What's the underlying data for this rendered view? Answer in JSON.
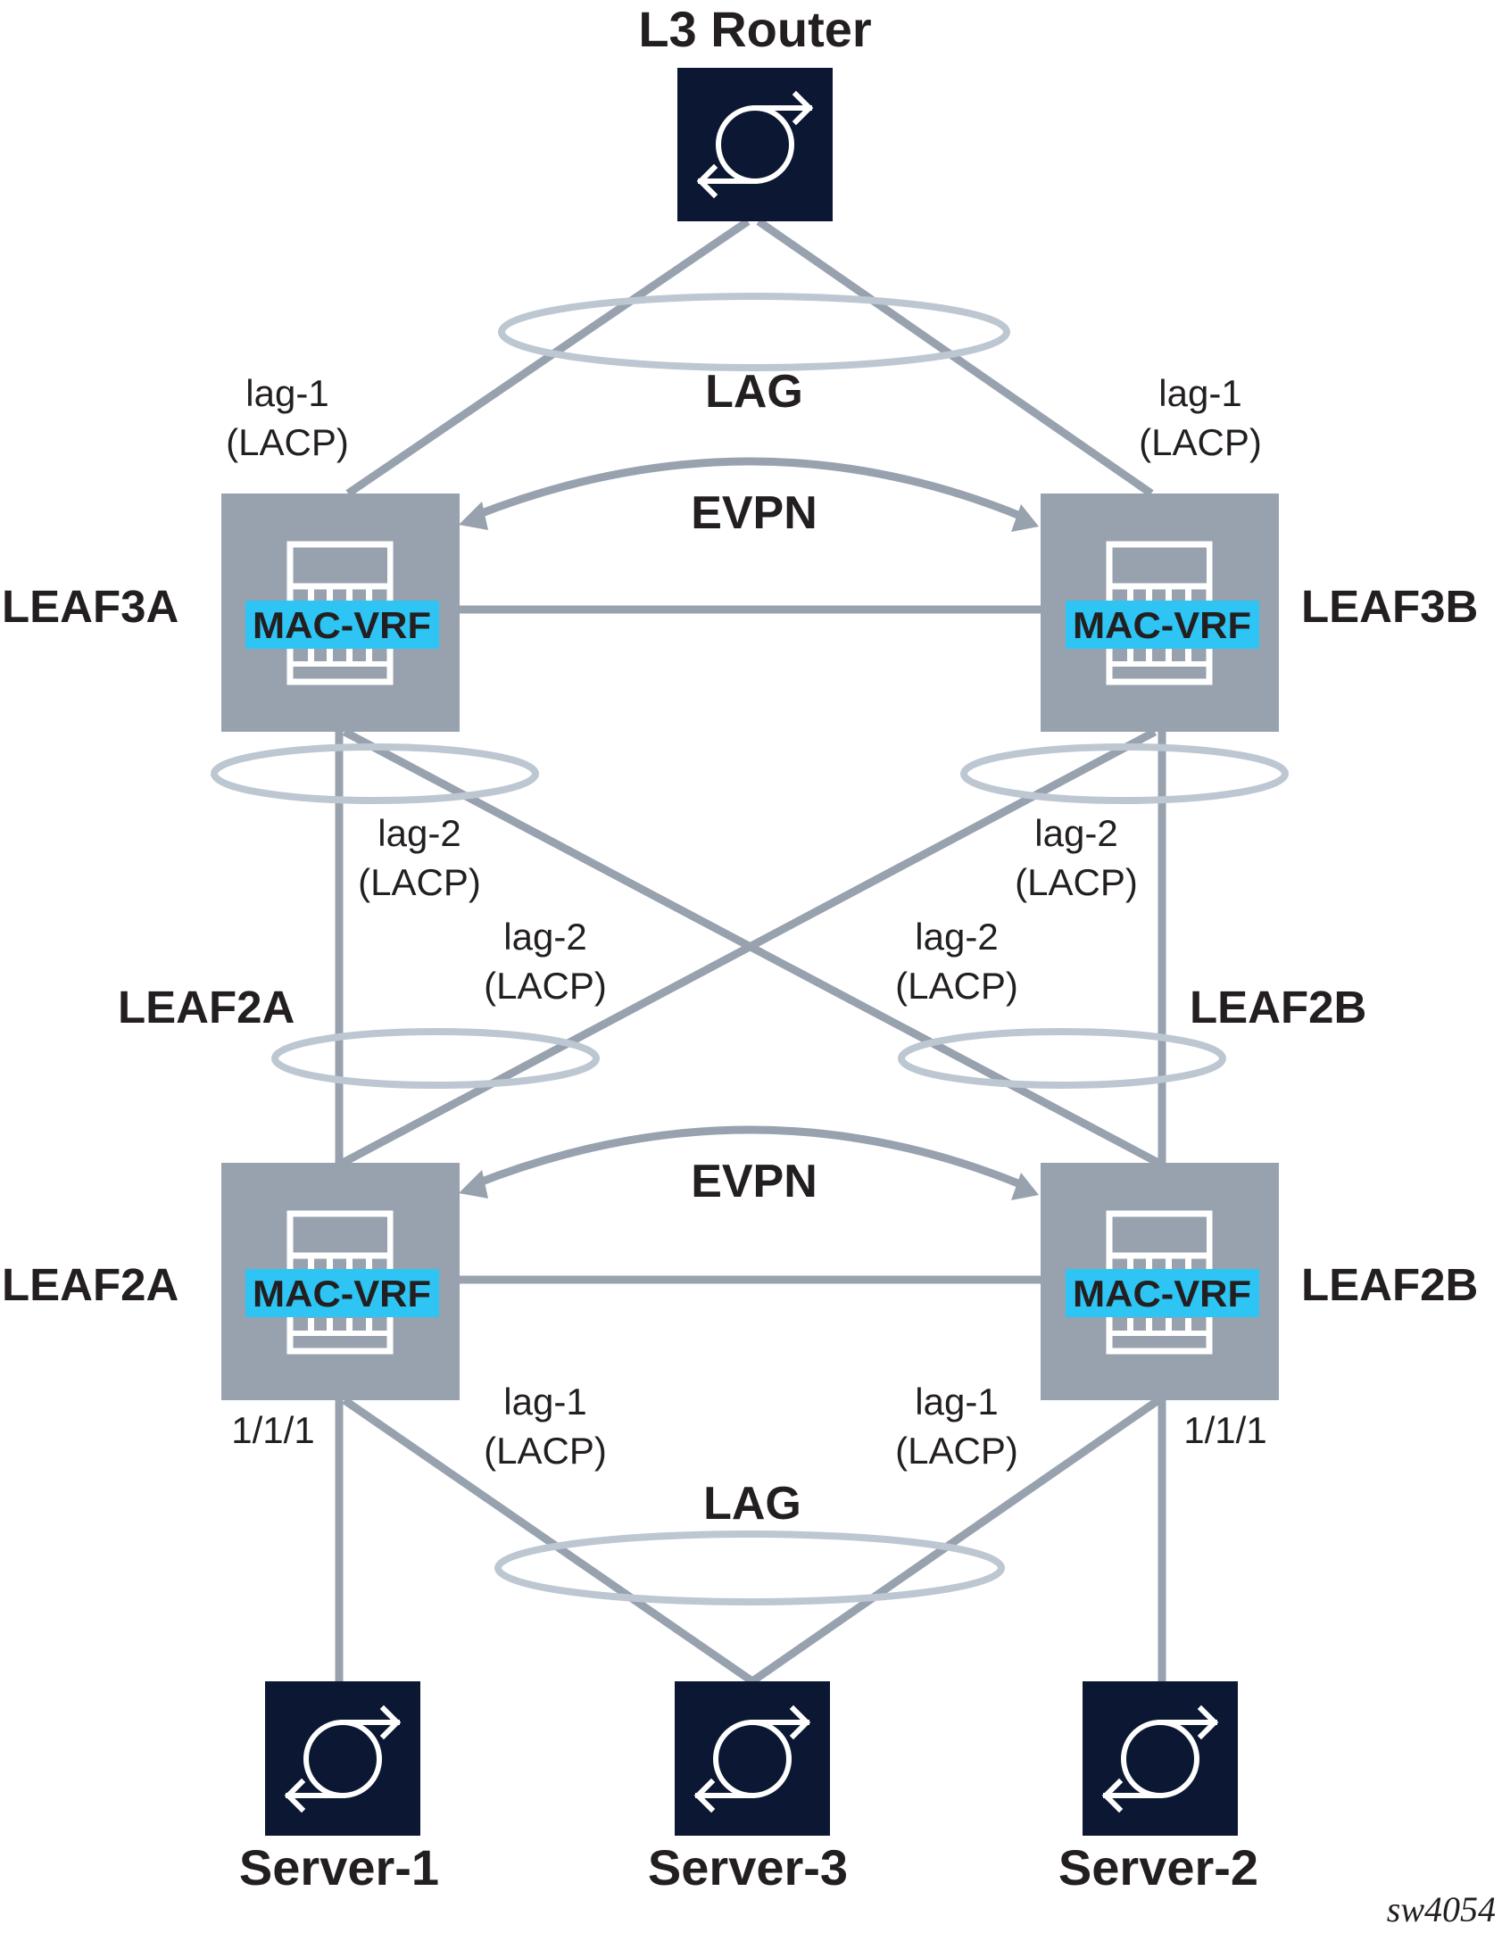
{
  "figure_id": "sw4054",
  "colors": {
    "router_fill": "#0c1833",
    "leaf_fill": "#98a2ae",
    "link": "#98a2ae",
    "lag_ring": "#bcc7d1",
    "mac_vrf_badge": "#2ec4f3",
    "text": "#231f20",
    "icon_stroke": "#ffffff"
  },
  "nodes": {
    "l3_router": {
      "label": "L3 Router"
    },
    "leaf3a": {
      "label": "LEAF3A",
      "badge": "MAC-VRF"
    },
    "leaf3b": {
      "label": "LEAF3B",
      "badge": "MAC-VRF"
    },
    "leaf2a": {
      "label": "LEAF2A",
      "badge": "MAC-VRF",
      "mid_label": "LEAF2A"
    },
    "leaf2b": {
      "label": "LEAF2B",
      "badge": "MAC-VRF",
      "mid_label": "LEAF2B"
    },
    "server1": {
      "label": "Server-1"
    },
    "server3": {
      "label": "Server-3"
    },
    "server2": {
      "label": "Server-2"
    }
  },
  "labels": {
    "top_lag": "LAG",
    "top_evpn": "EVPN",
    "bottom_evpn": "EVPN",
    "bottom_lag": "LAG",
    "leaf3a_uplink": {
      "line1": "lag-1",
      "line2": "(LACP)"
    },
    "leaf3b_uplink": {
      "line1": "lag-1",
      "line2": "(LACP)"
    },
    "leaf3a_down": {
      "line1": "lag-2",
      "line2": "(LACP)"
    },
    "leaf3b_down": {
      "line1": "lag-2",
      "line2": "(LACP)"
    },
    "leaf2a_up": {
      "line1": "lag-2",
      "line2": "(LACP)"
    },
    "leaf2b_up": {
      "line1": "lag-2",
      "line2": "(LACP)"
    },
    "leaf2a_server3": {
      "line1": "lag-1",
      "line2": "(LACP)"
    },
    "leaf2b_server3": {
      "line1": "lag-1",
      "line2": "(LACP)"
    },
    "leaf2a_port": "1/1/1",
    "leaf2b_port": "1/1/1"
  },
  "links": [
    {
      "from": "l3_router",
      "to": "leaf3a",
      "type": "lag-1 member"
    },
    {
      "from": "l3_router",
      "to": "leaf3b",
      "type": "lag-1 member"
    },
    {
      "from": "leaf3a",
      "to": "leaf3b",
      "type": "EVPN / MAC-VRF"
    },
    {
      "from": "leaf3a",
      "to": "leaf2a",
      "type": "lag-2"
    },
    {
      "from": "leaf3a",
      "to": "leaf2b",
      "type": "lag-2"
    },
    {
      "from": "leaf3b",
      "to": "leaf2a",
      "type": "lag-2"
    },
    {
      "from": "leaf3b",
      "to": "leaf2b",
      "type": "lag-2"
    },
    {
      "from": "leaf2a",
      "to": "leaf2b",
      "type": "EVPN / MAC-VRF"
    },
    {
      "from": "leaf2a",
      "to": "server1",
      "type": "1/1/1"
    },
    {
      "from": "leaf2a",
      "to": "server3",
      "type": "lag-1 member"
    },
    {
      "from": "leaf2b",
      "to": "server3",
      "type": "lag-1 member"
    },
    {
      "from": "leaf2b",
      "to": "server2",
      "type": "1/1/1"
    }
  ]
}
